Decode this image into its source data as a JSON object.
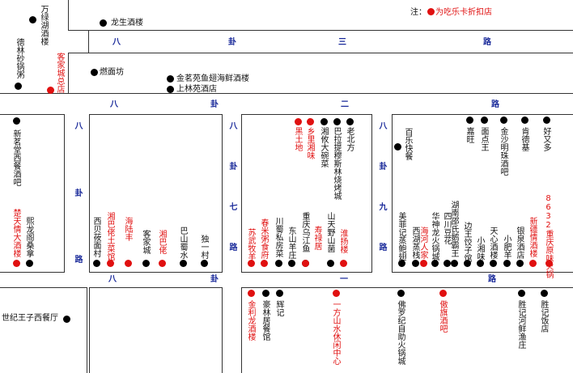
{
  "legend": {
    "prefix": "注：",
    "text": "为吃乐卡折扣店",
    "color": "#e01010"
  },
  "colors": {
    "road": "#1a2a9a",
    "regular": "#000000",
    "discount": "#e01010"
  },
  "roads": [
    {
      "id": "r1",
      "text": "八"
    },
    {
      "id": "r2",
      "text": "卦"
    },
    {
      "id": "r3",
      "text": "三"
    },
    {
      "id": "r4",
      "text": "路"
    },
    {
      "id": "r5",
      "text": "八"
    },
    {
      "id": "r6",
      "text": "卦"
    },
    {
      "id": "r7",
      "text": "二"
    },
    {
      "id": "r8",
      "text": "路"
    },
    {
      "id": "r9",
      "text": "八"
    },
    {
      "id": "r10",
      "text": "卦"
    },
    {
      "id": "r11",
      "text": "一"
    },
    {
      "id": "r12",
      "text": "路"
    },
    {
      "id": "r13",
      "text": "八卦路"
    },
    {
      "id": "r14",
      "text": "八卦七路"
    },
    {
      "id": "r15",
      "text": "八卦九路"
    }
  ],
  "shops": [
    {
      "id": "s1",
      "name": "万绿湖酒楼",
      "red": false
    },
    {
      "id": "s2",
      "name": "龙生酒楼",
      "red": false
    },
    {
      "id": "s3",
      "name": "德林砂锅粥",
      "red": false
    },
    {
      "id": "s4",
      "name": "客家城总店",
      "red": true
    },
    {
      "id": "s5",
      "name": "燃面坊",
      "red": false
    },
    {
      "id": "s6",
      "name": "金茗苑鱼翅海鲜酒楼",
      "red": false
    },
    {
      "id": "s7",
      "name": "上林苑酒店",
      "red": false
    },
    {
      "id": "s8",
      "name": "新茗堂西餐酒吧",
      "red": false
    },
    {
      "id": "s9",
      "name": "楚天情大酒楼",
      "red": true
    },
    {
      "id": "s10",
      "name": "熙龙阁桑拿",
      "red": false
    },
    {
      "id": "s11",
      "name": "西贝莜面村",
      "red": false
    },
    {
      "id": "s12",
      "name": "湘巴佬土菜馆",
      "red": true
    },
    {
      "id": "s13",
      "name": "海陆丰",
      "red": true
    },
    {
      "id": "s14",
      "name": "客家城",
      "red": false
    },
    {
      "id": "s15",
      "name": "湘巴佬",
      "red": true
    },
    {
      "id": "s16",
      "name": "巴山蜀水",
      "red": false
    },
    {
      "id": "s17",
      "name": "独一村",
      "red": false
    },
    {
      "id": "s18",
      "name": "黑土地",
      "red": true
    },
    {
      "id": "s19",
      "name": "乡里湘味",
      "red": true
    },
    {
      "id": "s20",
      "name": "湘攸大碗菜",
      "red": false
    },
    {
      "id": "s21",
      "name": "巴拉提穆斯林烧烤城",
      "red": false
    },
    {
      "id": "s22",
      "name": "老北方",
      "red": false
    },
    {
      "id": "s23",
      "name": "苏武牧羊",
      "red": true
    },
    {
      "id": "s24",
      "name": "春米粥食府",
      "red": true
    },
    {
      "id": "s25",
      "name": "川蜀私房菜",
      "red": false
    },
    {
      "id": "s26",
      "name": "东山羊庄",
      "red": false
    },
    {
      "id": "s27",
      "name": "重庆乌江鱼",
      "red": false
    },
    {
      "id": "s28",
      "name": "寿禄居",
      "red": true
    },
    {
      "id": "s29",
      "name": "山天野山菌",
      "red": false
    },
    {
      "id": "s30",
      "name": "淮扬楼",
      "red": true
    },
    {
      "id": "s31",
      "name": "百乐快餐",
      "red": false
    },
    {
      "id": "s32",
      "name": "嘉旺",
      "red": false
    },
    {
      "id": "s33",
      "name": "面点王",
      "red": false
    },
    {
      "id": "s34",
      "name": "金沙明珠酒吧",
      "red": false
    },
    {
      "id": "s35",
      "name": "肯德基",
      "red": false
    },
    {
      "id": "s36",
      "name": "好又多",
      "red": false
    },
    {
      "id": "s37",
      "name": "美菲记蒸鲍翅",
      "red": false
    },
    {
      "id": "s38",
      "name": "西湖蒸栈",
      "red": false
    },
    {
      "id": "s39",
      "name": "海河人家",
      "red": true
    },
    {
      "id": "s40",
      "name": "华神龙火锅城",
      "red": false
    },
    {
      "id": "s41",
      "name": "四川豆花",
      "red": false
    },
    {
      "id": "s42",
      "name": "湖南邵氏鹅霸王",
      "red": false
    },
    {
      "id": "s43",
      "name": "边王饺子馆",
      "red": false
    },
    {
      "id": "s44",
      "name": "小湘味",
      "red": false
    },
    {
      "id": "s45",
      "name": "天心酒楼",
      "red": false
    },
    {
      "id": "s46",
      "name": "小肥羊",
      "red": false
    },
    {
      "id": "s47",
      "name": "银泉酒店",
      "red": false
    },
    {
      "id": "s48",
      "name": "新疆情酒楼",
      "red": true
    },
    {
      "id": "s49",
      "name": "8632重庆原味火锅",
      "red": true
    },
    {
      "id": "s50",
      "name": "世纪王子西餐厅",
      "red": false
    },
    {
      "id": "s51",
      "name": "金利龙酒楼",
      "red": true
    },
    {
      "id": "s52",
      "name": "豪林居餐馆",
      "red": false
    },
    {
      "id": "s53",
      "name": "辉记",
      "red": false
    },
    {
      "id": "s54",
      "name": "一方山水休闲中心",
      "red": true
    },
    {
      "id": "s55",
      "name": "佛罗纪自助火锅城",
      "red": false
    },
    {
      "id": "s56",
      "name": "傲旗酒吧",
      "red": true
    },
    {
      "id": "s57",
      "name": "胜记河鲜渔庄",
      "red": false
    },
    {
      "id": "s58",
      "name": "胜记饭店",
      "red": false
    }
  ]
}
